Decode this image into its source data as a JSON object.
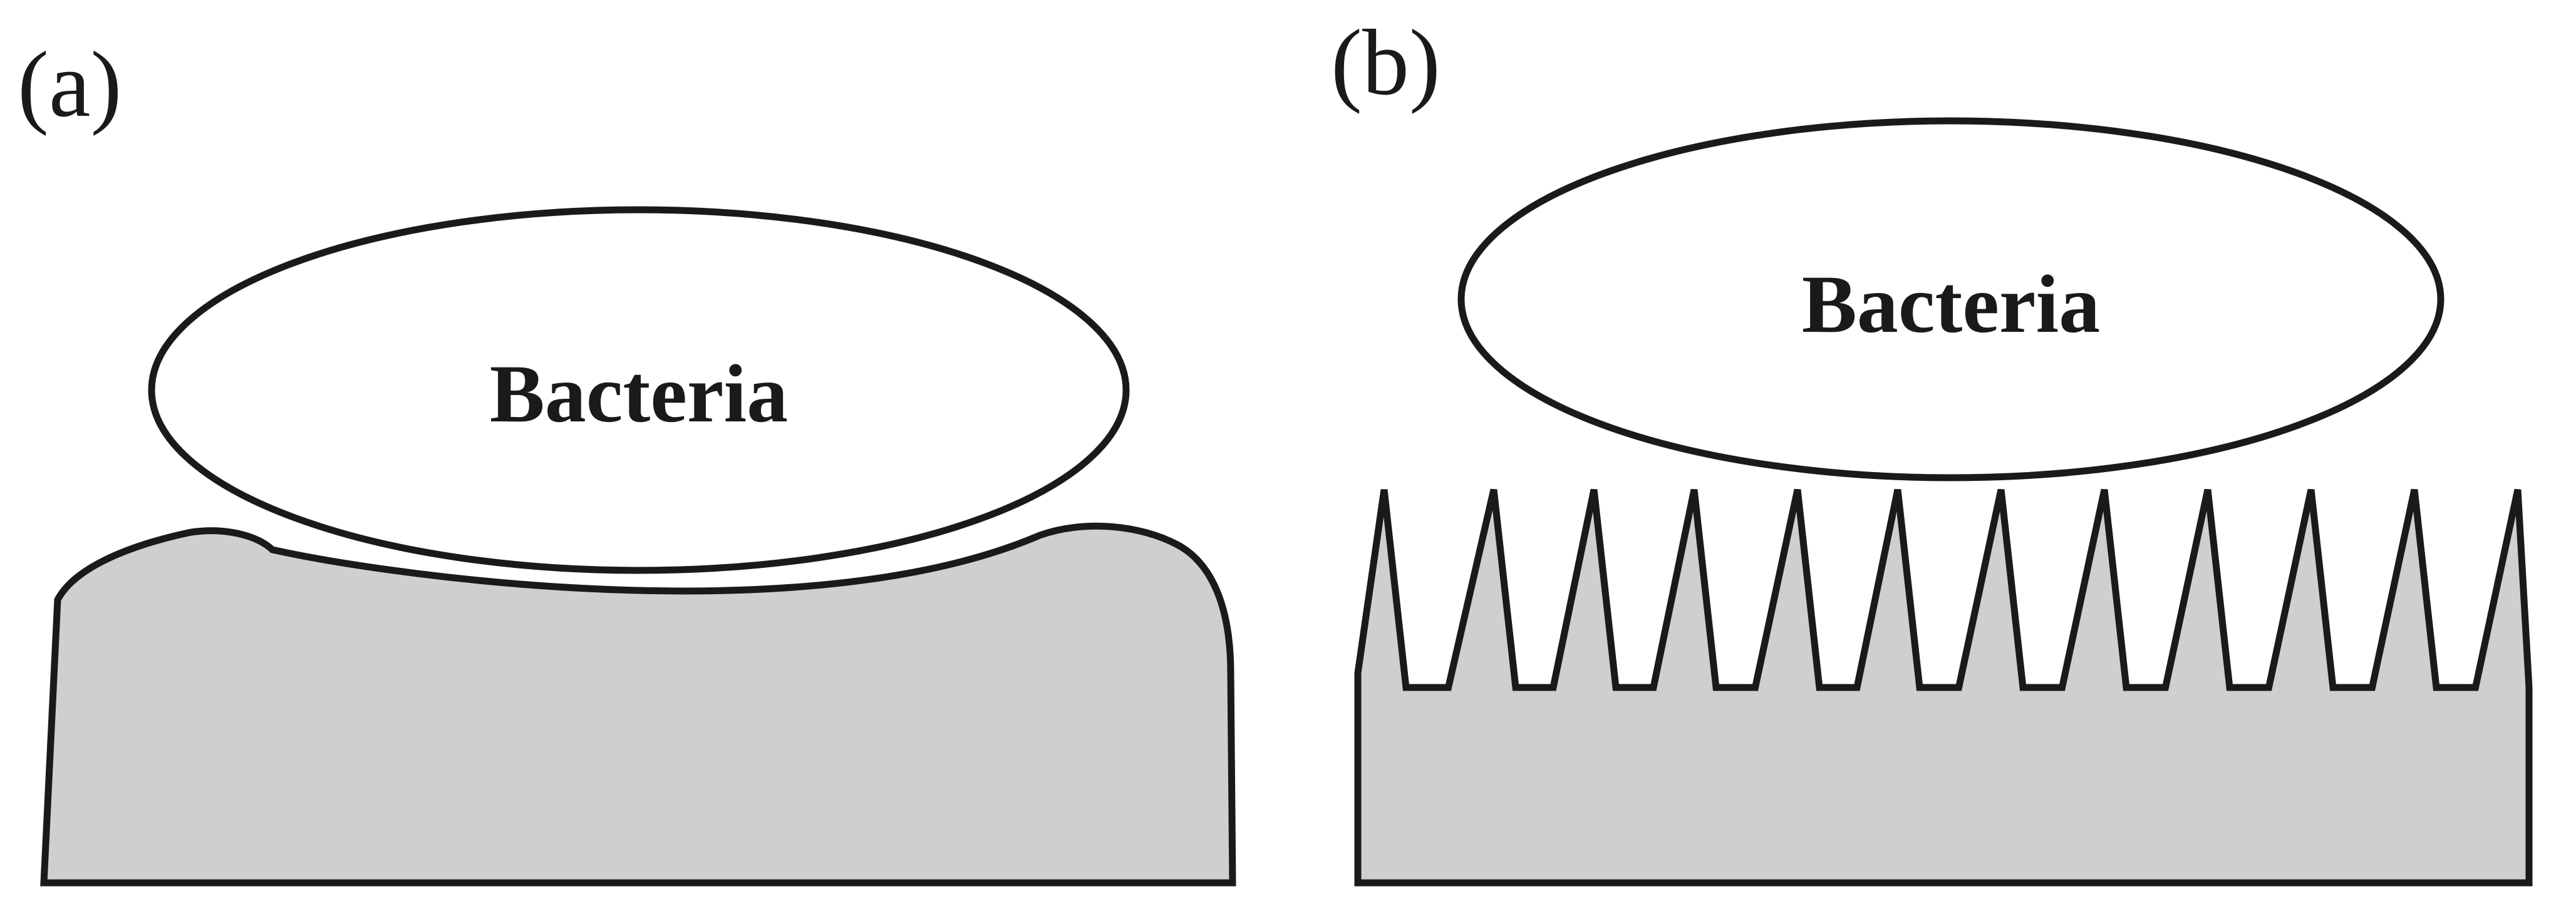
{
  "panels": [
    {
      "label": "(a)",
      "cell_label": "Bacteria"
    },
    {
      "label": "(b)",
      "cell_label": "Bacteria"
    }
  ],
  "colors": {
    "surface_fill": "#cfcfd1",
    "cell_fill": "#ffffff",
    "outline": "#1a1a1a",
    "background": "#ffffff"
  }
}
